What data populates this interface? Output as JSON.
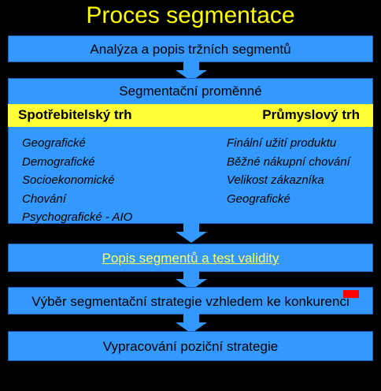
{
  "title": "Proces segmentace",
  "colors": {
    "background": "#000000",
    "box": "#3399ff",
    "title": "#ffff00",
    "header_bar": "#ffff33",
    "link": "#ffff66",
    "marker": "#ff0000"
  },
  "steps": {
    "analysis": "Analýza a popis tržních segmentů",
    "variables": {
      "title": "Segmentační proměnné",
      "consumer": {
        "heading": "Spotřebitelský trh",
        "items": [
          "Geografické",
          "Demografické",
          "Socioekonomické",
          "Chování",
          "Psychografické - AIO"
        ]
      },
      "industrial": {
        "heading": "Průmyslový trh",
        "items": [
          "Finální užití produktu",
          "Běžné nákupní chování",
          "Velikost zákazníka",
          "Geografické"
        ]
      }
    },
    "validity": "Popis segmentů a test validity",
    "strategy": "Výběr segmentační strategie vzhledem ke konkurenci",
    "positioning": "Vypracování poziční strategie"
  }
}
